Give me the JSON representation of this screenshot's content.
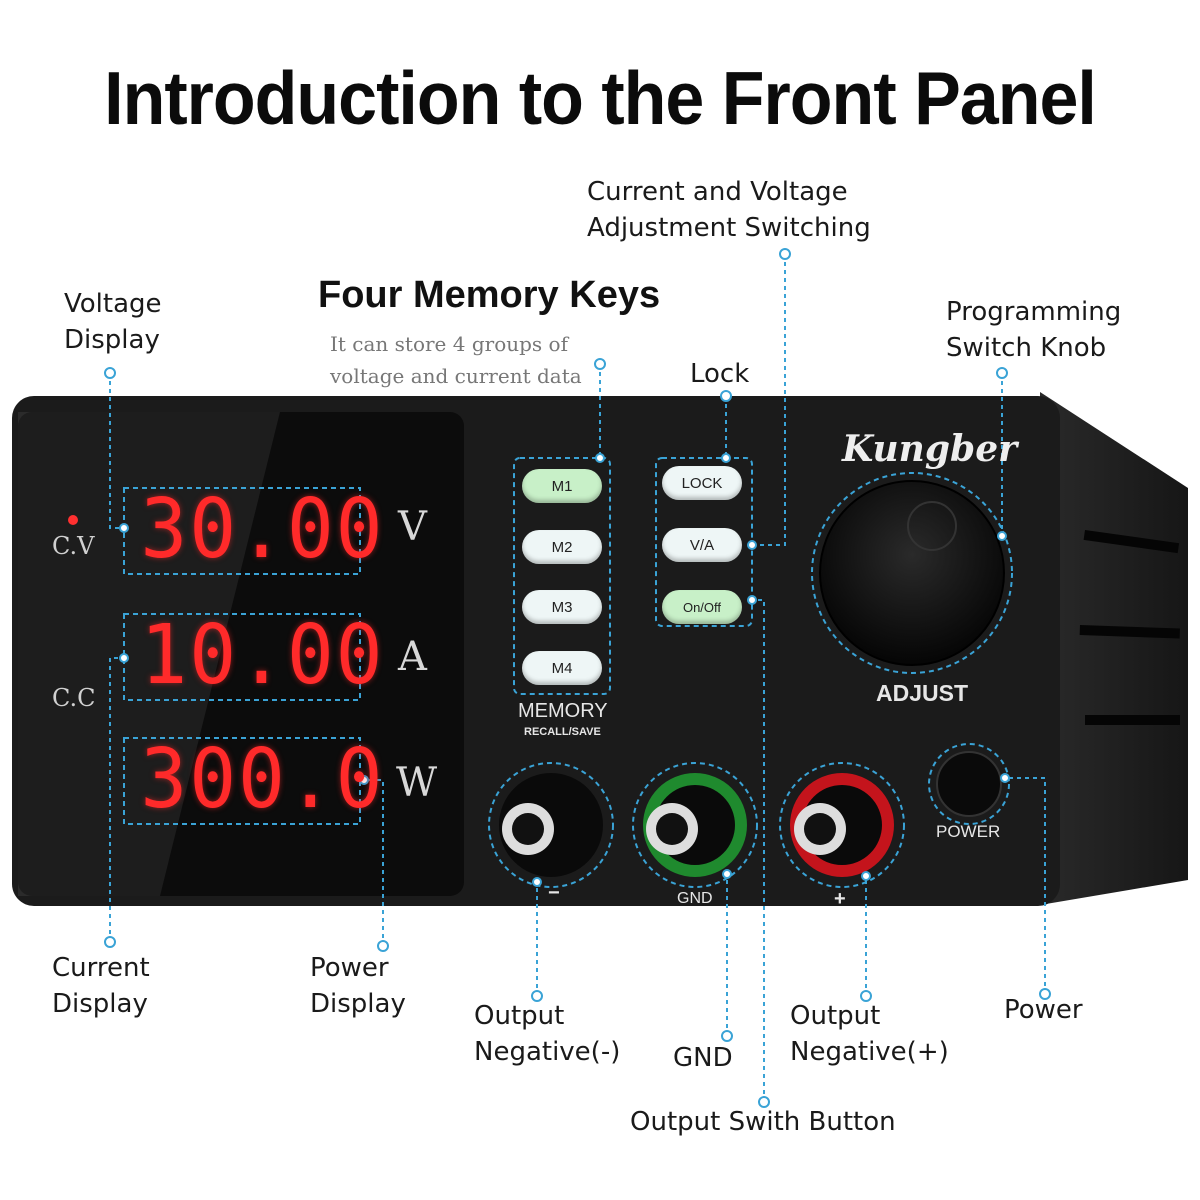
{
  "title": "Introduction to the Front Panel",
  "section": {
    "heading": "Four Memory Keys",
    "description_line1": "It can store 4 groups of",
    "description_line2": "voltage and current data"
  },
  "callouts": {
    "voltage_display": "Voltage\nDisplay",
    "current_display": "Current\nDisplay",
    "power_display": "Power\nDisplay",
    "cv_adjust": "Current and Voltage\nAdjustment Switching",
    "lock": "Lock",
    "programming_knob": "Programming\nSwitch Knob",
    "output_negative_minus": "Output\nNegative(-)",
    "gnd": "GND",
    "output_negative_plus": "Output\nNegative(+)",
    "power": "Power",
    "output_switch_button": "Output Swith Button"
  },
  "device": {
    "brand": "Kungber",
    "voltage_reading": "30.00",
    "voltage_unit": "V",
    "current_reading": "10.00",
    "current_unit": "A",
    "power_reading": "300.0",
    "power_unit": "W",
    "cv_label": "C.V",
    "cc_label": "C.C",
    "memory_keys": [
      "M1",
      "M2",
      "M3",
      "M4"
    ],
    "memory_label": "MEMORY",
    "memory_sub": "RECALL/SAVE",
    "lock_key": "LOCK",
    "va_key": "V/A",
    "onoff_key": "On/Off",
    "adjust_label": "ADJUST",
    "power_label": "POWER",
    "terminal_minus": "−",
    "terminal_gnd": "GND",
    "terminal_plus": "+"
  },
  "colors": {
    "panel": "#1b1b1b",
    "display_red": "#ff2a2a",
    "key_green": "#c8f0c8",
    "key_white": "#eef6f6",
    "callout_blue": "#3aa3d6",
    "terminal_green": "#1f8a2e",
    "terminal_red": "#c4141c"
  }
}
